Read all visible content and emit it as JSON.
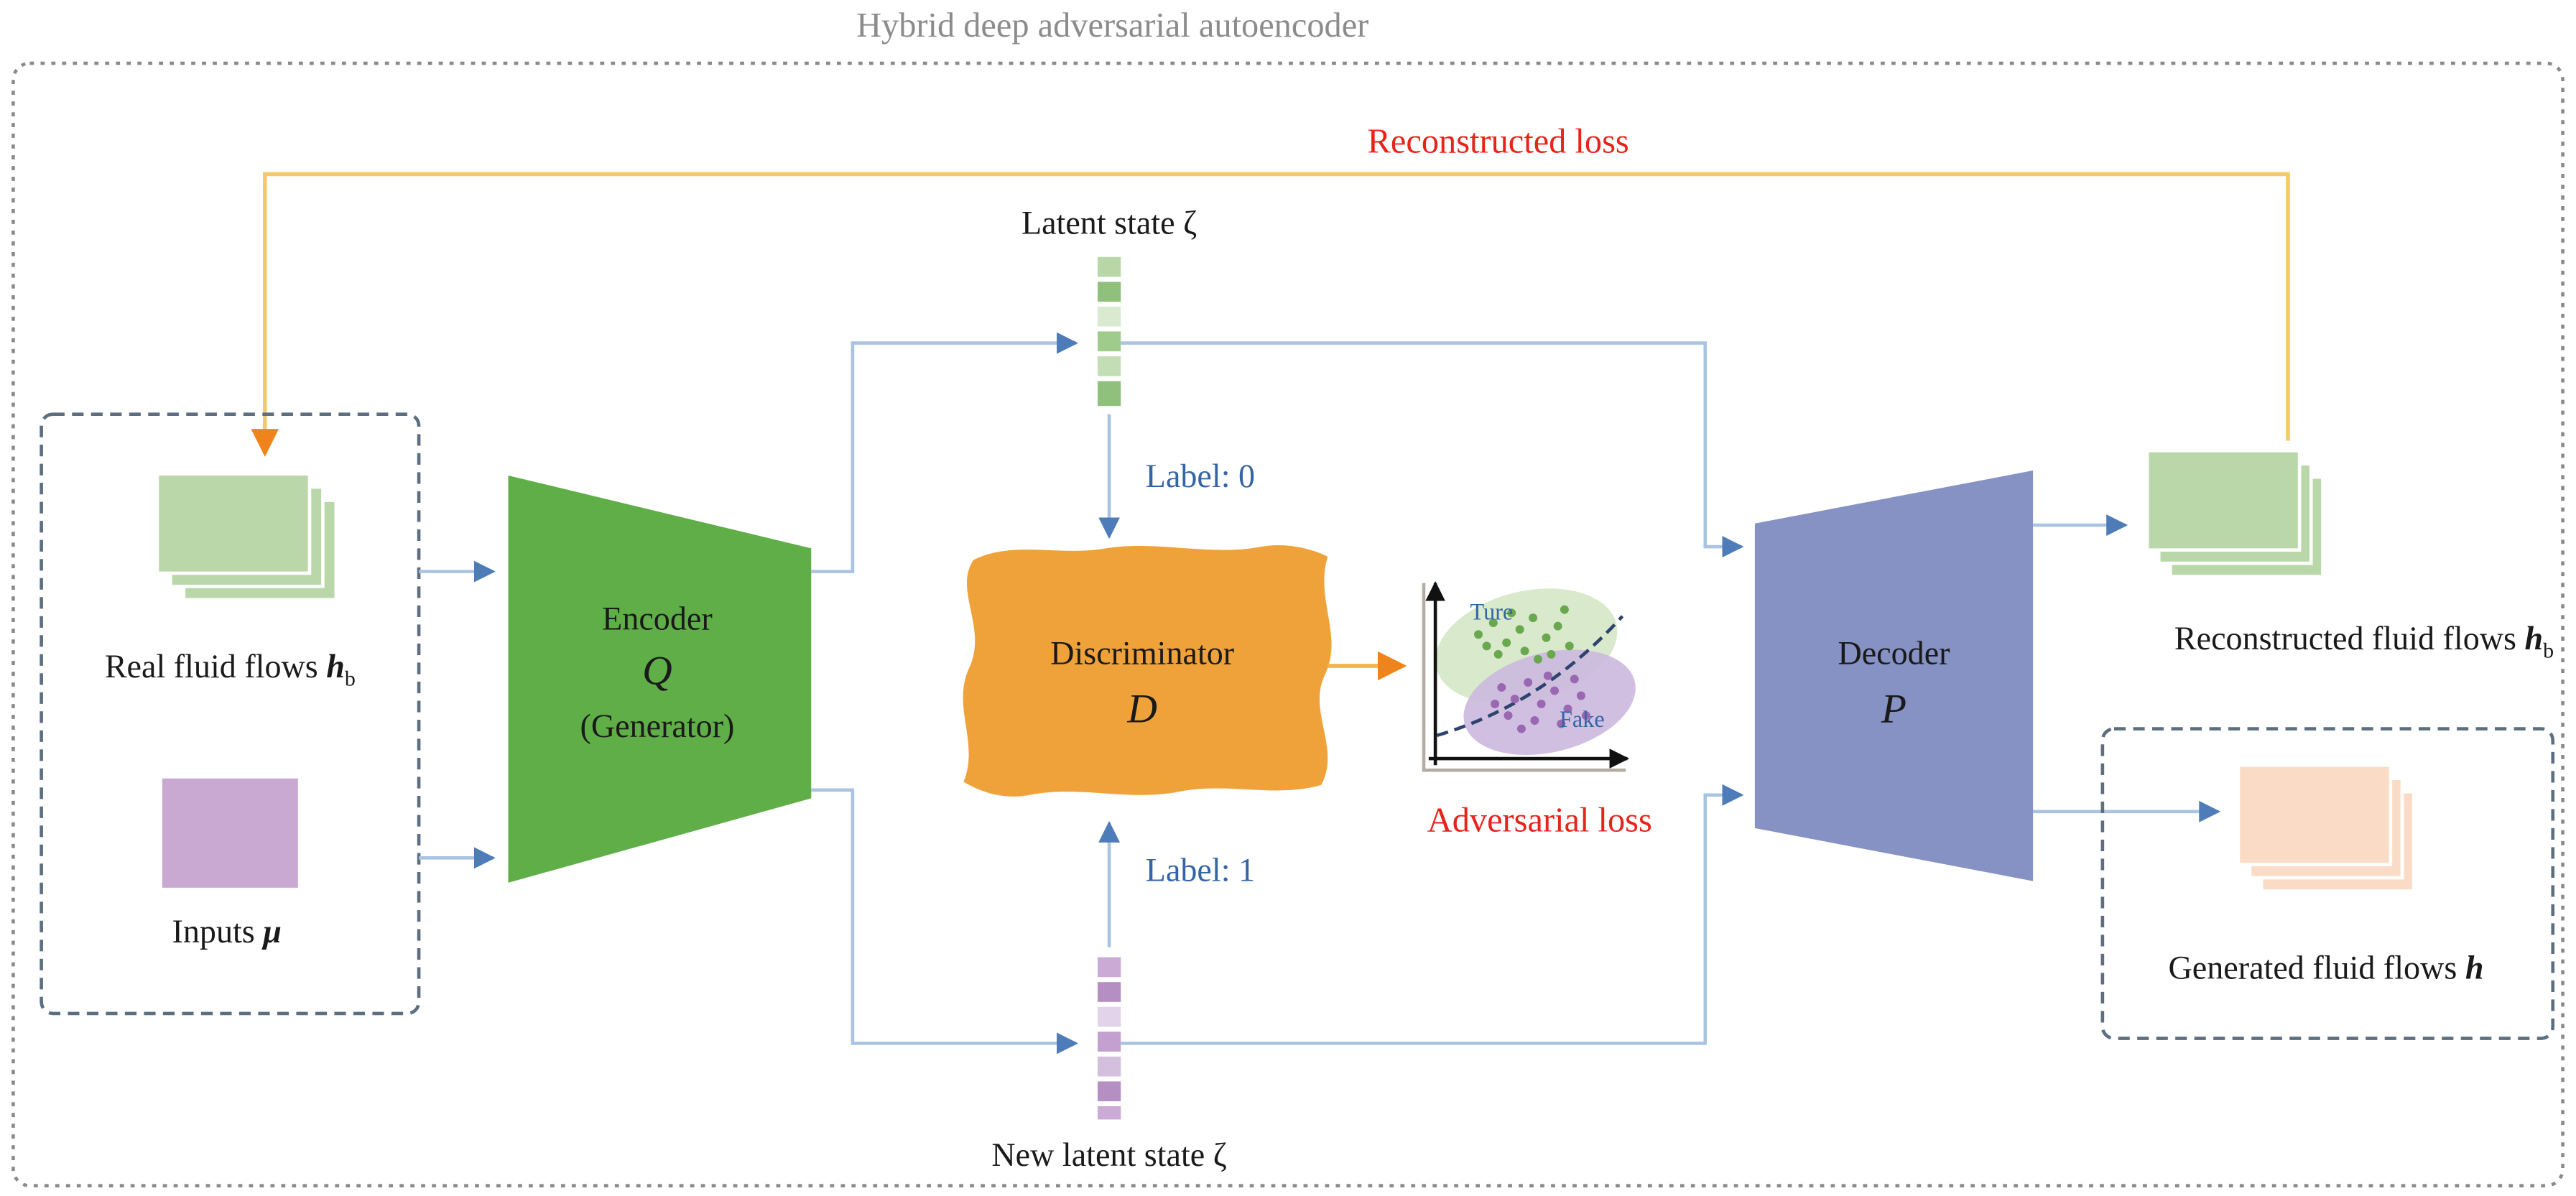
{
  "title": "Hybrid deep adversarial autoencoder",
  "losses": {
    "reconstructed": "Reconstructed loss",
    "adversarial": "Adversarial loss"
  },
  "inputs_box": {
    "real_flows_label": "Real fluid flows ",
    "real_flows_symbol": "h",
    "real_flows_subscript": "b",
    "inputs_label": "Inputs ",
    "inputs_symbol": "μ"
  },
  "encoder": {
    "name": "Encoder",
    "symbol": "Q",
    "alias": "(Generator)"
  },
  "discriminator": {
    "name": "Discriminator",
    "symbol": "D"
  },
  "decoder": {
    "name": "Decoder",
    "symbol": "P"
  },
  "latent": {
    "top_label": "Latent state ζ",
    "bottom_label": "New latent state ζ",
    "label_0": "Label: 0",
    "label_1": "Label: 1"
  },
  "plot": {
    "true_label": "Ture",
    "fake_label": "Fake",
    "true_points": [
      [
        893,
        383
      ],
      [
        902,
        376
      ],
      [
        910,
        388
      ],
      [
        918,
        380
      ],
      [
        926,
        373
      ],
      [
        934,
        385
      ],
      [
        941,
        378
      ],
      [
        948,
        390
      ],
      [
        905,
        395
      ],
      [
        921,
        393
      ],
      [
        937,
        395
      ],
      [
        913,
        370
      ],
      [
        929,
        398
      ],
      [
        945,
        368
      ],
      [
        898,
        390
      ]
    ],
    "fake_points": [
      [
        907,
        415
      ],
      [
        915,
        422
      ],
      [
        923,
        412
      ],
      [
        931,
        425
      ],
      [
        939,
        417
      ],
      [
        947,
        428
      ],
      [
        955,
        420
      ],
      [
        911,
        432
      ],
      [
        927,
        435
      ],
      [
        943,
        437
      ],
      [
        951,
        410
      ],
      [
        919,
        440
      ],
      [
        935,
        408
      ],
      [
        958,
        432
      ],
      [
        903,
        425
      ]
    ]
  },
  "outputs": {
    "reconstructed_label": "Reconstructed fluid flows ",
    "reconstructed_symbol": "h",
    "reconstructed_subscript": "b",
    "generated_label": "Generated fluid flows ",
    "generated_symbol": "h"
  },
  "colors": {
    "encoder_green": "#5fae47",
    "decoder_blue": "#8691c4",
    "discriminator_orange": "#f0a23a",
    "loss_red": "#e8231a",
    "label_blue": "#3465a4",
    "connector_blue": "#a9c3e2",
    "arrowhead_blue": "#4d7cb8",
    "reconstruction_line_yellow": "#f5c968",
    "reconstruction_arrow_orange": "#f0841c",
    "real_flow_green": "#bad7aa",
    "input_purple": "#c9a8d2",
    "generated_peach": "#fadcc6",
    "border_gray": "#8a8a8a"
  }
}
